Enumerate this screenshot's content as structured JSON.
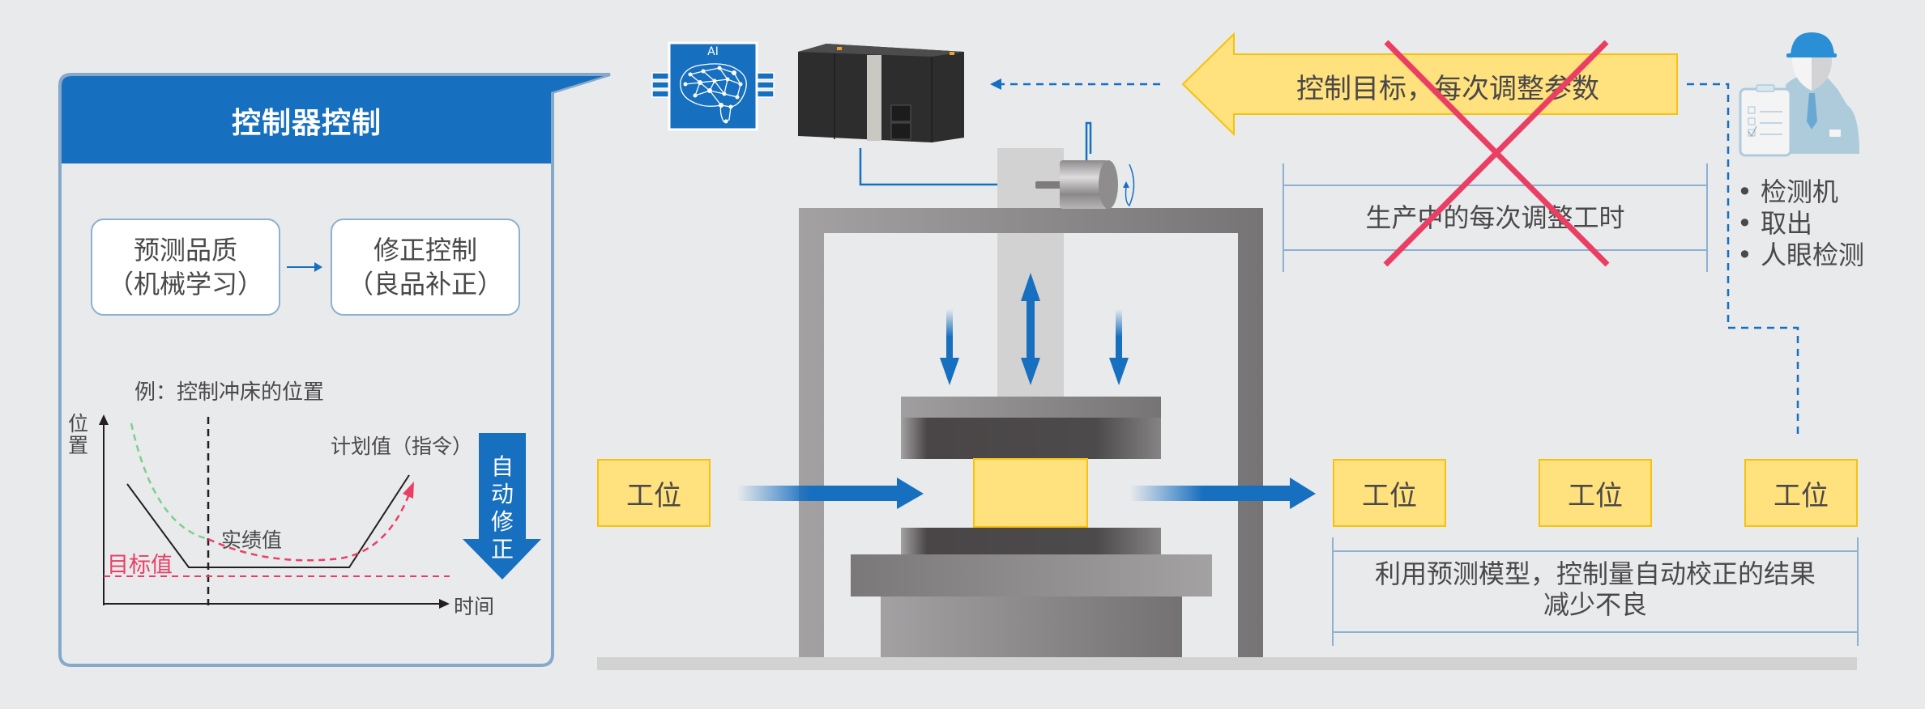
{
  "controller_panel": {
    "title": "控制器控制",
    "steps": [
      {
        "line1": "预测品质",
        "line2": "（机械学习）"
      },
      {
        "line1": "修正控制",
        "line2": "（良品补正）"
      }
    ],
    "example_caption": "例：控制冲床的位置",
    "chart": {
      "y_axis_label": "位置",
      "x_axis_label": "时间",
      "planned_label": "计划值（指令）",
      "actual_label": "实绩值",
      "target_label": "目标值",
      "auto_correct_label": "自动修正",
      "colors": {
        "planned": "#231f20",
        "actual_before": "#7fcf8a",
        "actual_after": "#ea3f63",
        "target": "#ea3f63",
        "accent": "#176fbf"
      }
    }
  },
  "chart_data": {
    "type": "line",
    "title": "例：控制冲床的位置",
    "xlabel": "时间",
    "ylabel": "位置",
    "series": [
      {
        "name": "计划值（指令）",
        "style": "solid",
        "shape": "descend-flat-ascend"
      },
      {
        "name": "实绩值",
        "style": "dashed",
        "shape": "curve approaching flat then rising"
      },
      {
        "name": "目标值",
        "style": "dashed",
        "shape": "horizontal"
      }
    ],
    "annotations": [
      "自动修正"
    ],
    "grid": false
  },
  "ai_block": {
    "label": "AI",
    "icon": "brain-network-icon"
  },
  "plc": {
    "icon": "plc-controller-icon"
  },
  "top_arrow": {
    "label": "控制目标，每次调整参数",
    "crossed_out": true
  },
  "bracket_top": {
    "label": "生产中的每次调整工时",
    "crossed_out": true
  },
  "inspector": {
    "icon": "inspector-with-clipboard-icon",
    "items": [
      "检测机",
      "取出",
      "人眼检测"
    ]
  },
  "stations": {
    "input_label": "工位",
    "output_labels": [
      "工位",
      "工位",
      "工位"
    ]
  },
  "bracket_bottom": {
    "line1": "利用预测模型，控制量自动校正的结果",
    "line2": "减少不良"
  },
  "colors": {
    "blue": "#176fbf",
    "yellow": "#ffe17e",
    "yellow_border": "#f6c20f",
    "cross_red": "#ea3f63",
    "bg": "#e8eaec"
  }
}
